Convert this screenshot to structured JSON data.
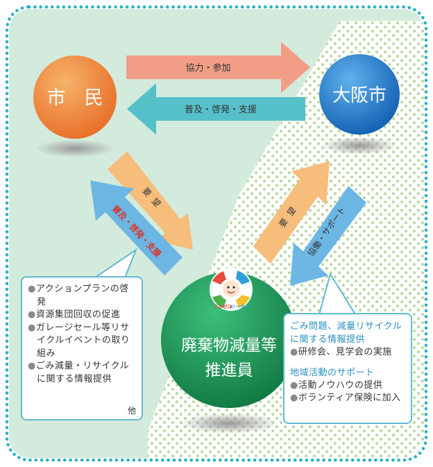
{
  "nodes": {
    "citizen": "市　民",
    "osaka_city": "大阪市",
    "promoter_line1": "廃棄物減量等",
    "promoter_line2": "推進員",
    "logo_text_left": "ごみゼロ",
    "logo_text_x": "×",
    "logo_text_right": "リーダー"
  },
  "arrows": {
    "citizen_to_city": "協力・参加",
    "city_to_citizen": "普及・啓発・支援",
    "citizen_to_promoter": "要望",
    "promoter_to_citizen": "普及・啓発・支援",
    "promoter_to_city": "要望",
    "city_to_promoter": "協働・サポート"
  },
  "left_box": {
    "bullet": "●",
    "items": [
      "アクションプランの啓発",
      "資源集団回収の促進",
      "ガレージセール等リサイクルイベントの取り組み",
      "ごみ減量・リサイクルに関する情報提供"
    ],
    "etc": "他"
  },
  "right_box": {
    "bullet": "●",
    "heading1": "ごみ問題、減量リサイクルに関する情報提供",
    "items1": [
      "研修会、見学会の実施"
    ],
    "heading2": "地域活動のサポート",
    "items2": [
      "活動ノウハウの提供",
      "ボランティア保険に加入"
    ]
  },
  "colors": {
    "frame_dots": "#27b0c2",
    "background": "#d3ebdc",
    "dot_pattern": "#b9d7a0",
    "citizen": "#f08a2f",
    "osaka_city": "#1e78c8",
    "promoter": "#1d9a5a",
    "arrow_salmon": "#f29e86",
    "arrow_teal": "#56c0c9",
    "arrow_peach": "#f7bd7b",
    "arrow_blue": "#6cb6e4",
    "text_red": "#d9332a",
    "heading_blue": "#2a8fc2"
  }
}
